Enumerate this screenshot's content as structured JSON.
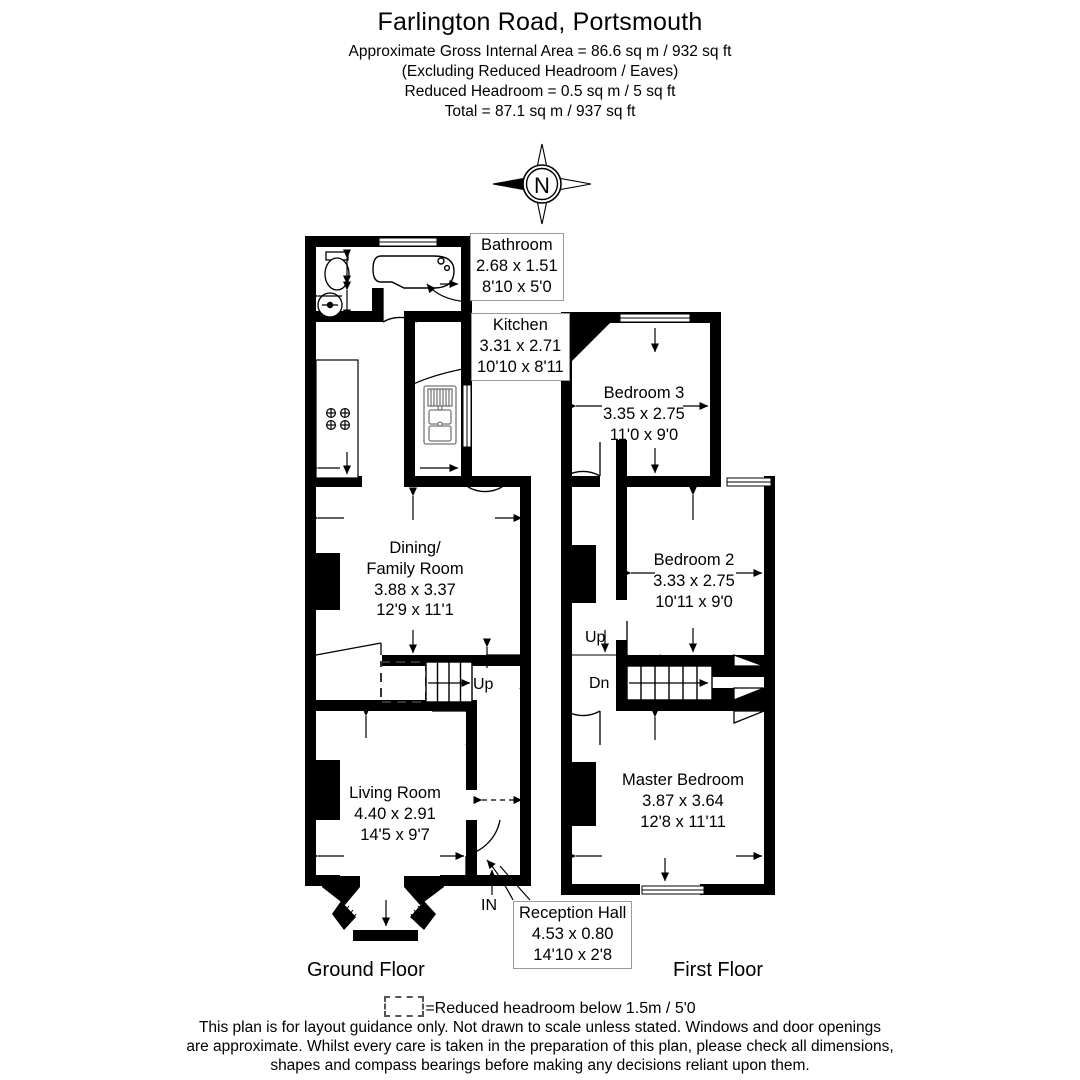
{
  "header": {
    "title": "Farlington Road, Portsmouth",
    "line1": "Approximate Gross Internal Area = 86.6 sq m / 932 sq ft",
    "line2": "(Excluding Reduced Headroom / Eaves)",
    "line3": "Reduced Headroom = 0.5 sq m / 5 sq ft",
    "line4": "Total = 87.1 sq m / 937 sq ft"
  },
  "compass": {
    "north_label": "N"
  },
  "callouts": {
    "bathroom": {
      "name": "Bathroom",
      "metric": "2.68 x 1.51",
      "imperial": "8'10 x 5'0"
    },
    "kitchen": {
      "name": "Kitchen",
      "metric": "3.31 x 2.71",
      "imperial": "10'10 x 8'11"
    },
    "reception": {
      "name": "Reception Hall",
      "metric": "4.53 x 0.80",
      "imperial": "14'10 x 2'8"
    }
  },
  "rooms": {
    "dining": {
      "name_line1": "Dining/",
      "name_line2": "Family Room",
      "metric": "3.88 x 3.37",
      "imperial": "12'9 x 11'1"
    },
    "living": {
      "name": "Living Room",
      "metric": "4.40 x 2.91",
      "imperial": "14'5 x 9'7"
    },
    "bedroom3": {
      "name": "Bedroom 3",
      "metric": "3.35 x 2.75",
      "imperial": "11'0 x 9'0"
    },
    "bedroom2": {
      "name": "Bedroom 2",
      "metric": "3.33 x 2.75",
      "imperial": "10'11 x 9'0"
    },
    "master": {
      "name": "Master Bedroom",
      "metric": "3.87 x 3.64",
      "imperial": "12'8 x 11'11"
    }
  },
  "markers": {
    "up_ground": "Up",
    "up_first": "Up",
    "dn_first": "Dn",
    "entrance": "IN"
  },
  "floor_captions": {
    "ground": "Ground Floor",
    "first": "First Floor"
  },
  "legend": {
    "text": "=Reduced headroom below 1.5m / 5'0"
  },
  "footer": {
    "line1": "This plan is for layout guidance only. Not drawn to scale unless stated. Windows and door openings",
    "line2": "are approximate. Whilst every care is taken in the preparation of this plan, please check all dimensions,",
    "line3": "shapes and compass bearings before making any decisions reliant upon them."
  },
  "colors": {
    "wall": "#000000",
    "paper": "#ffffff",
    "callout_border": "#9a9a9a",
    "fixture_outline": "#000000"
  }
}
